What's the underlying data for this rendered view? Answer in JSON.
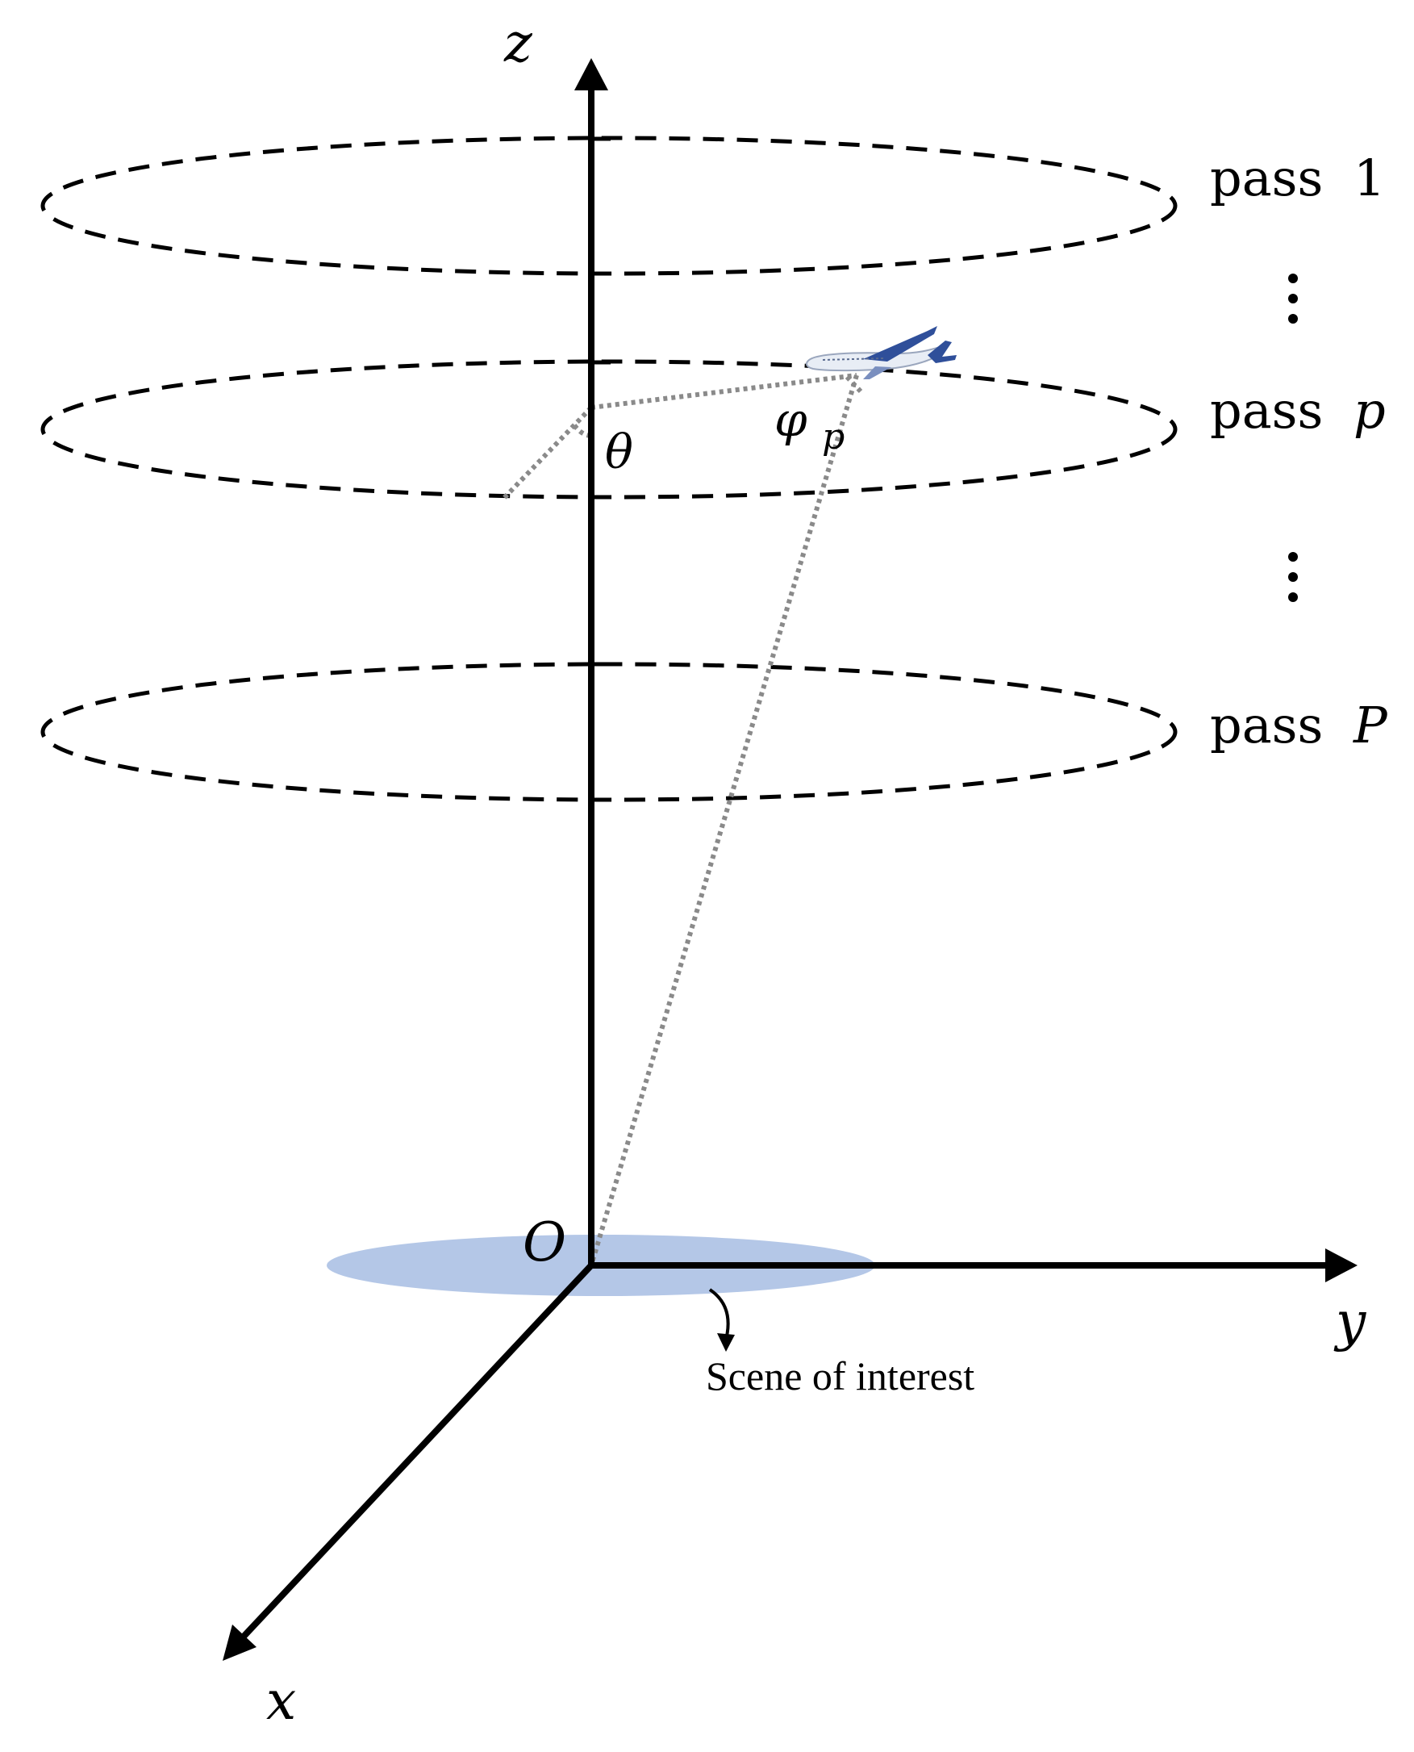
{
  "axes": {
    "x_label": "x",
    "y_label": "y",
    "z_label": "z",
    "origin_label": "O"
  },
  "passes": [
    {
      "label": "pass",
      "index": "1",
      "italic": false
    },
    {
      "label": "pass",
      "index": "p",
      "italic": true
    },
    {
      "label": "pass",
      "index": "P",
      "italic": true
    }
  ],
  "ellipsis": [
    "⋮",
    "⋮"
  ],
  "angles": {
    "theta": "θ",
    "phi": "φ",
    "phi_sub": "p"
  },
  "scene": {
    "label": "Scene of interest",
    "color": "#b4c7e7"
  },
  "aircraft": {
    "icon": "airplane-icon",
    "body_color": "#e8edf5",
    "accent_color": "#2f4f9a"
  },
  "colors": {
    "axis": "#000000",
    "dashed": "#000000",
    "dotted": "#8a8a8a"
  }
}
